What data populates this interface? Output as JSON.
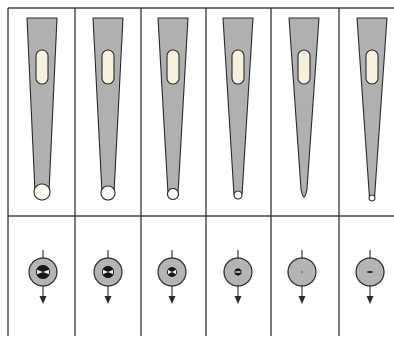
{
  "colors": {
    "background": "#ffffff",
    "grid_line": "#1f1f1f",
    "blade_fill": "#b0b0b0",
    "blade_stroke": "#2a2a2a",
    "slot_fill": "#f6f1dc",
    "disc_fill": "#b4b4b4",
    "mark_dark": "#151515",
    "mark_light": "#ececec",
    "tip_fill": "#fbfbf4"
  },
  "diagram": {
    "grid": {
      "columns": 6,
      "rows": 2
    },
    "blades": [
      {
        "tip": "large-round",
        "core": "bowtie-large"
      },
      {
        "tip": "large-round",
        "core": "bowtie-medium"
      },
      {
        "tip": "medium-round",
        "core": "bowtie-small"
      },
      {
        "tip": "small-round",
        "core": "dot-pair"
      },
      {
        "tip": "pointed",
        "core": "faint-dot"
      },
      {
        "tip": "fine-round",
        "core": "dot-line"
      }
    ],
    "arrow_direction": "down"
  }
}
